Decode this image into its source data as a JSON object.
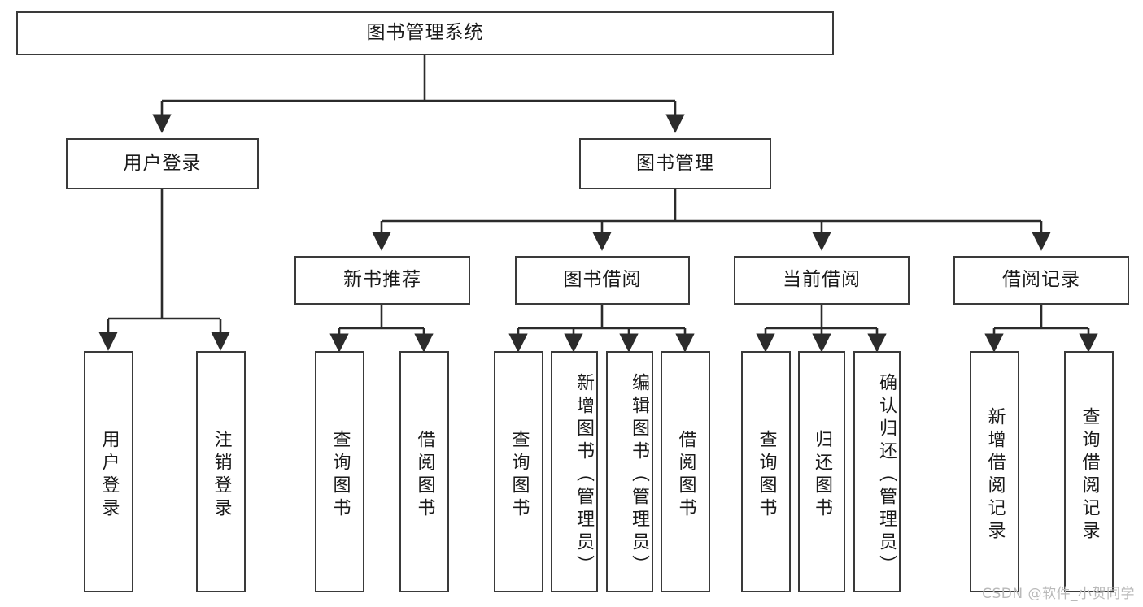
{
  "diagram": {
    "title": "图书管理系统",
    "type": "tree-hierarchy-diagram",
    "watermark": "CSDN @软件_小贺同学",
    "colors": {
      "box_border": "#3a3a3a",
      "box_fill": "#ffffff",
      "connector": "#2b2b2b",
      "text": "#1a1a1a",
      "watermark": "#b9b9b9",
      "background": "#ffffff"
    },
    "root": {
      "label": "图书管理系统"
    },
    "level2": [
      {
        "label": "用户登录"
      },
      {
        "label": "图书管理"
      }
    ],
    "level3": [
      {
        "label": "新书推荐"
      },
      {
        "label": "图书借阅"
      },
      {
        "label": "当前借阅"
      },
      {
        "label": "借阅记录"
      }
    ],
    "leaves": {
      "user_login": [
        {
          "label": "用户登录"
        },
        {
          "label": "注销登录"
        }
      ],
      "new_book_recommend": [
        {
          "label": "查询图书"
        },
        {
          "label": "借阅图书"
        }
      ],
      "book_borrow": [
        {
          "label": "查询图书"
        },
        {
          "label": "新增图书（管理员）"
        },
        {
          "label": "编辑图书（管理员）"
        },
        {
          "label": "借阅图书"
        }
      ],
      "current_borrow": [
        {
          "label": "查询图书"
        },
        {
          "label": "归还图书"
        },
        {
          "label": "确认归还（管理员）"
        }
      ],
      "borrow_record": [
        {
          "label": "新增借阅记录"
        },
        {
          "label": "查询借阅记录"
        }
      ]
    }
  }
}
